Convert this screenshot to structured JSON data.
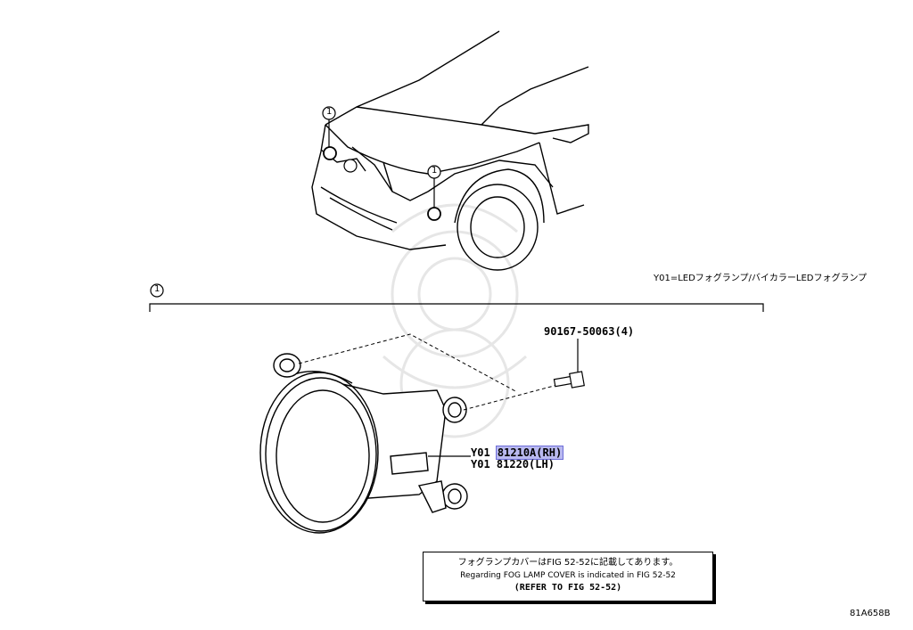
{
  "callout": {
    "number": "1"
  },
  "legend": {
    "text": "Y01=LEDフォグランプ/バイカラーLEDフォグランプ"
  },
  "parts": {
    "bolt": "90167-50063(4)",
    "rh": {
      "code": "Y01",
      "number": "81210A(RH)"
    },
    "lh": {
      "code": "Y01",
      "number": "81220(LH)"
    }
  },
  "note": {
    "line1": "フォグランプカバーはFIG 52-52に記載してあります。",
    "line2": "Regarding FOG LAMP COVER is indicated in FIG 52-52",
    "line3": "(REFER TO FIG 52-52)"
  },
  "figure_id": "81A658B",
  "colors": {
    "highlight": "#b9b9f0",
    "line": "#000000",
    "watermark": "#e3e3e3"
  }
}
